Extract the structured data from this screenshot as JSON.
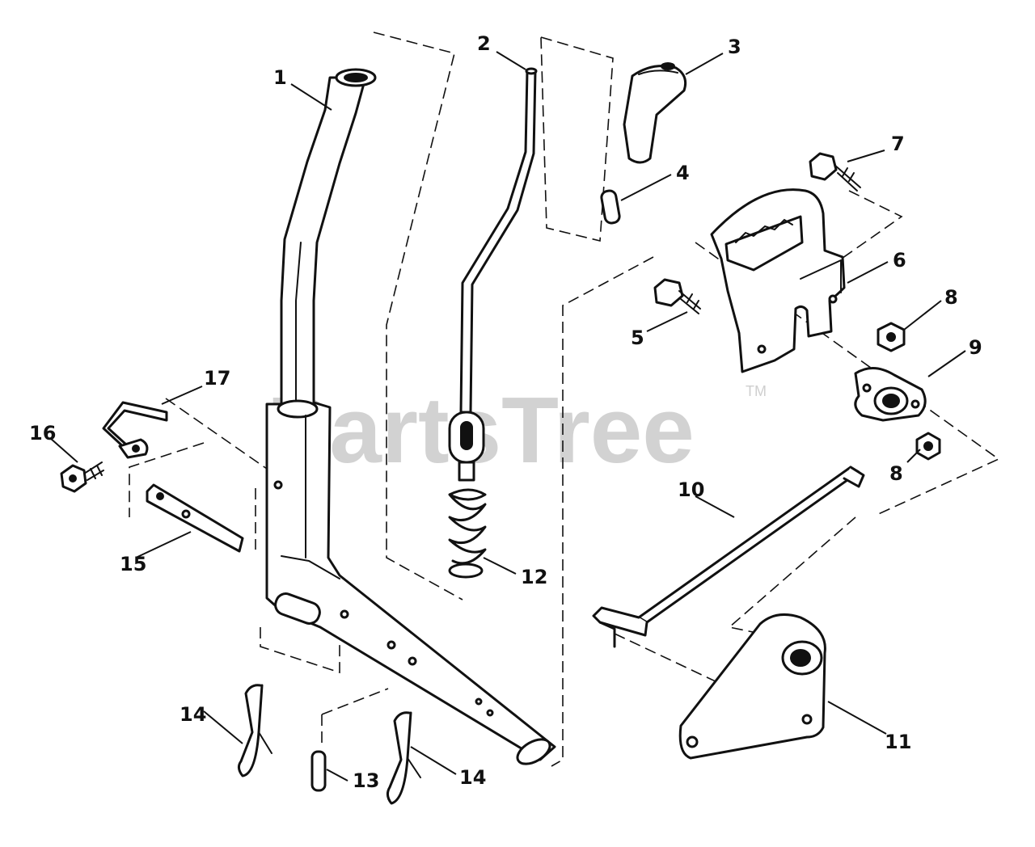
{
  "watermark": {
    "text": "PartsTree",
    "trademark": "TM"
  },
  "callouts": [
    {
      "id": "c1",
      "number": "1"
    },
    {
      "id": "c2",
      "number": "2"
    },
    {
      "id": "c3",
      "number": "3"
    },
    {
      "id": "c4",
      "number": "4"
    },
    {
      "id": "c5",
      "number": "5"
    },
    {
      "id": "c6",
      "number": "6"
    },
    {
      "id": "c7",
      "number": "7"
    },
    {
      "id": "c8a",
      "number": "8"
    },
    {
      "id": "c8b",
      "number": "8"
    },
    {
      "id": "c9",
      "number": "9"
    },
    {
      "id": "c10",
      "number": "10"
    },
    {
      "id": "c11",
      "number": "11"
    },
    {
      "id": "c12",
      "number": "12"
    },
    {
      "id": "c13",
      "number": "13"
    },
    {
      "id": "c14a",
      "number": "14"
    },
    {
      "id": "c14b",
      "number": "14"
    },
    {
      "id": "c15",
      "number": "15"
    },
    {
      "id": "c16",
      "number": "16"
    },
    {
      "id": "c17",
      "number": "17"
    }
  ]
}
